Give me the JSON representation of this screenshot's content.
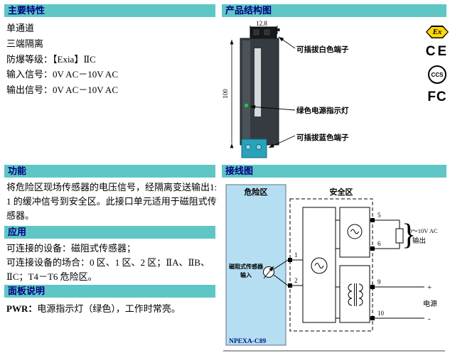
{
  "features": {
    "title": "主要特性",
    "items": [
      "单通道",
      "三端隔离",
      "防爆等级：【Exia】ⅡC",
      "输入信号：0V AC－10V AC",
      "输出信号：0V AC－10V AC"
    ]
  },
  "func": {
    "title": "功能",
    "body": "将危险区现场传感器的电压信号，经隔离变送输出1: 1 的缓冲信号到安全区。此接口单元适用于磁阻式传感器。"
  },
  "application": {
    "title": "应用",
    "line1": "可连接的设备：磁阻式传感器；",
    "line2": "可连接设备的场合：0 区、1 区、2 区；ⅡA、ⅡB、ⅡC；T4－T6 危险区。"
  },
  "panel": {
    "title": "面板说明",
    "label": "PWR：",
    "body": "电源指示灯（绿色），工作时常亮。"
  },
  "structure": {
    "title": "产品结构图",
    "width_dim": "12.8",
    "height_dim": "100",
    "callout_top": "可插拔白色端子",
    "callout_mid": "绿色电源指示灯",
    "callout_bottom": "可插拔蓝色端子"
  },
  "certs": [
    "Ex",
    "CE",
    "CCS",
    "FC"
  ],
  "wiring": {
    "title": "接线图",
    "hazard_zone": "危险区",
    "safe_zone": "安全区",
    "sensor_line1": "磁阻式传感器",
    "sensor_line2": "输入",
    "t1": "1",
    "t2": "2",
    "t5": "5",
    "t6": "6",
    "t9": "9",
    "t10": "10",
    "plus": "+",
    "minus": "-",
    "output_line1": "0～10V AC",
    "output_line2": "输出",
    "power": "电源",
    "model": "NPEXA-C89"
  },
  "colors": {
    "header_bg": "#5fc6c6",
    "header_text": "#000080",
    "hazard_bg": "#b5def2",
    "terminal_blue": "#2aa2ba",
    "led_green": "#2ec94e",
    "ex_badge_yellow": "#ffd800",
    "model_text": "#002080"
  }
}
